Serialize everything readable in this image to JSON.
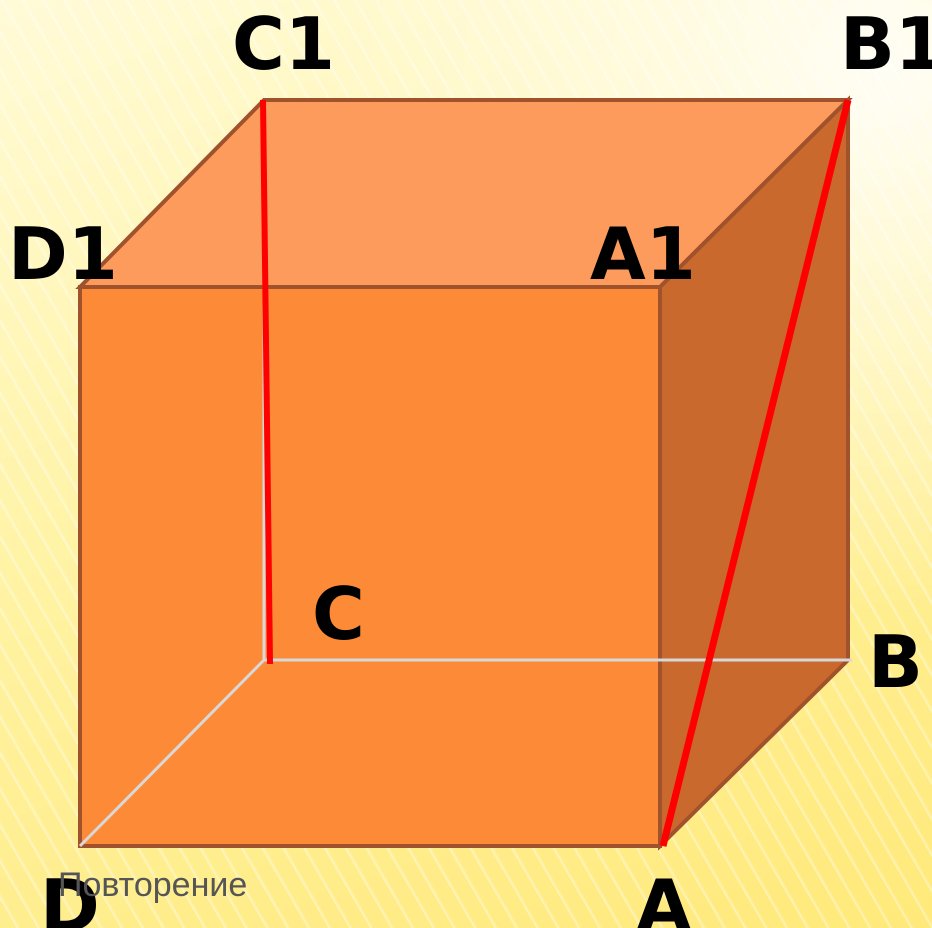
{
  "vertices": {
    "c1": "C1",
    "b1": "B1",
    "d1": "D1",
    "a1": "A1",
    "c": "C",
    "b": "B",
    "d": "D",
    "a": "A"
  },
  "caption": "Повторение",
  "colors": {
    "front_face": "#fd8a37",
    "top_face": "#fd9b5c",
    "right_face": "#ca692d",
    "edge": "#a0522d",
    "hidden_edge": "#d8d8d8",
    "highlight": "#ff0000"
  }
}
